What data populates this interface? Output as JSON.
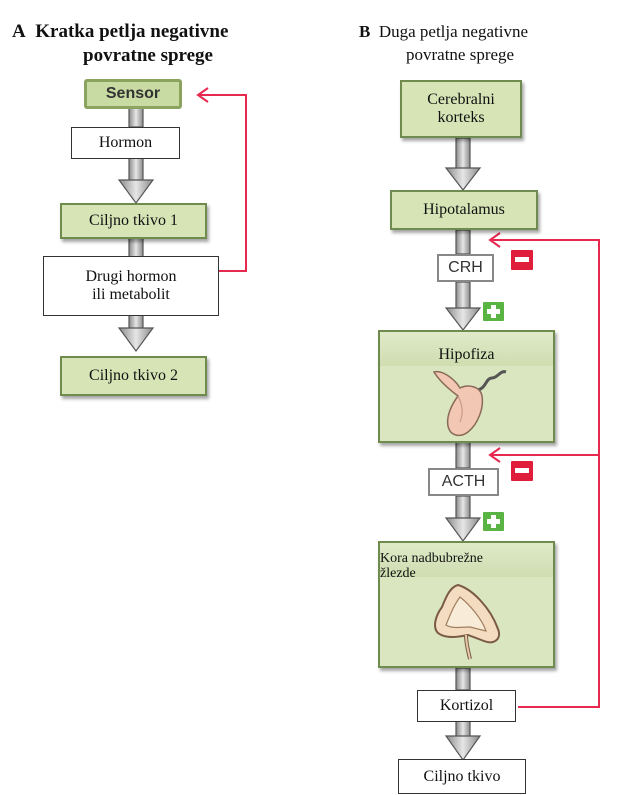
{
  "panel_a": {
    "letter": "A",
    "title_line1": "Kratka petlja negativne",
    "title_line2": "povratne sprege",
    "sensor": "Sensor",
    "hormone": "Hormon",
    "target1": "Ciljno tkivo 1",
    "second_line1": "Drugi hormon",
    "second_line2": "ili metabolit",
    "target2": "Ciljno tkivo 2"
  },
  "panel_b": {
    "letter": "B",
    "title_line1": "Duga petlja negativne",
    "title_line2": "povratne sprege",
    "cortex_line1": "Cerebralni",
    "cortex_line2": "korteks",
    "hypothalamus": "Hipotalamus",
    "crh": "CRH",
    "pituitary": "Hipofiza",
    "acth": "ACTH",
    "adrenal_line1": "Kora nadbubrežne",
    "adrenal_line2": "žlezde",
    "cortisol": "Kortizol",
    "target": "Ciljno tkivo"
  },
  "colors": {
    "box_fill": "#d6e4b6",
    "box_border": "#6f8c4e",
    "feedback_arrow": "#e8294f",
    "inhibit_badge": "#e01e3c",
    "stimulate_badge": "#5ab443",
    "flow_arrow": "#555555"
  },
  "icons": {
    "inhibit": "minus-badge-icon",
    "stimulate": "plus-badge-icon",
    "pituitary": "pituitary-gland-icon",
    "adrenal": "adrenal-gland-icon"
  }
}
